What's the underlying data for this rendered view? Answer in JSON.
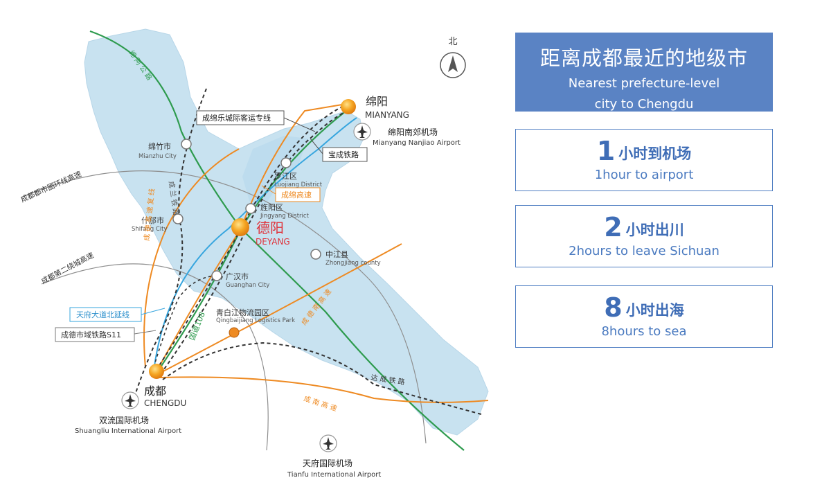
{
  "map": {
    "compass_label": "北",
    "cities": {
      "deyang_zh": "德阳",
      "deyang_en": "DEYANG",
      "mianyang_zh": "绵阳",
      "mianyang_en": "MIANYANG",
      "chengdu_zh": "成都",
      "chengdu_en": "CHENGDU"
    },
    "towns": {
      "mianzhu_zh": "绵竹市",
      "mianzhu_en": "Mianzhu City",
      "shifang_zh": "什邡市",
      "shifang_en": "Shifang City",
      "luojiang_zh": "罗江区",
      "luojiang_en": "Luojiang District",
      "jingyang_zh": "旌阳区",
      "jingyang_en": "Jingyang District",
      "zhongjiang_zh": "中江县",
      "zhongjiang_en": "Zhongjiang county",
      "guanghan_zh": "广汉市",
      "guanghan_en": "Guanghan City",
      "qingbaijiang_zh": "青白江物流园区",
      "qingbaijiang_en": "Qingbaijiang Logistics Park"
    },
    "airports": {
      "mianyang_zh": "绵阳南郊机场",
      "mianyang_en": "Mianyang Nanjiao Airport",
      "shuangliu_zh": "双流国际机场",
      "shuangliu_en": "Shuangliu International Airport",
      "tianfu_zh": "天府国际机场",
      "tianfu_en": "Tianfu International Airport"
    },
    "callouts": {
      "chengmian_intercity": "成绵乐城际客运专线",
      "baocheng_railway": "宝成铁路",
      "chengmian_expressway": "成绵高速",
      "tianfu_avenue": "天府大道北延线",
      "chengde_s11": "成德市域铁路S11"
    },
    "road_labels": {
      "mianzhu_road": "绵 阿 公 路",
      "ring_expressway": "成都都市圈环线高速",
      "second_ring": "成都第二绕城高速",
      "chengde_mountain": "成 德 高 速 复 线",
      "guodao": "国道108",
      "chengdenan": "成 德 南 高 速",
      "dacheng": "达 成 铁 路",
      "chengnan": "成 南 高 速",
      "chenglan": "成 兰 铁 路"
    }
  },
  "panel": {
    "title_zh": "距离成都最近的地级市",
    "title_en_line1": "Nearest prefecture-level",
    "title_en_line2": "city to Chengdu",
    "stats": [
      {
        "num": "1",
        "zh": "小时到机场",
        "en": "1hour to airport"
      },
      {
        "num": "2",
        "zh": "小时出川",
        "en": "2hours to leave Sichuan"
      },
      {
        "num": "8",
        "zh": "小时出海",
        "en": "8hours to sea"
      }
    ]
  },
  "colors": {
    "region": "#c8e2f0",
    "green_road": "#2e9b4e",
    "orange_road": "#ee8a22",
    "blue_rail": "#36a5de",
    "dark_rail": "#333333",
    "deyang_red": "#e0323a",
    "panel_blue": "#5a83c4"
  }
}
